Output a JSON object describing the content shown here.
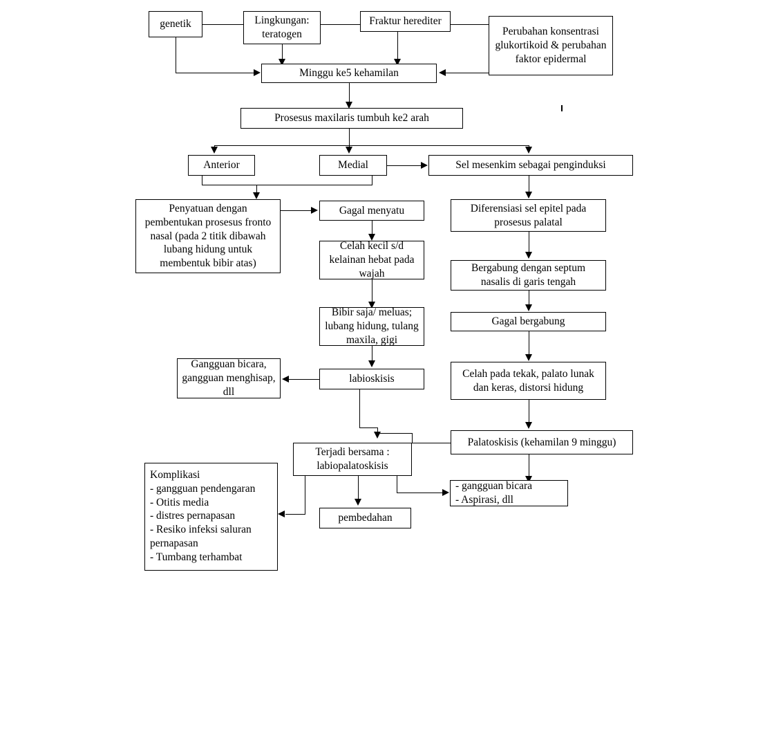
{
  "diagram": {
    "title": "Patofisiologi labioskisis dan palatoskisis",
    "language": "id",
    "nodes": {
      "genetik": "genetik",
      "lingkungan": "Lingkungan:\nteratogen",
      "fraktur": "Fraktur herediter",
      "perubahan": "Perubahan konsentrasi\nglukortikoid & perubahan\nfaktor epidermal",
      "minggu5": "Minggu ke5 kehamilan",
      "prosesus": "Prosesus maxilaris tumbuh ke2 arah",
      "anterior": "Anterior",
      "medial": "Medial",
      "selmesenkim": "Sel mesenkim sebagai penginduksi",
      "penyatuan": "Penyatuan dengan\npembentukan prosesus fronto\nnasal (pada 2 titik dibawah\nlubang hidung untuk\nmembentuk bibir atas)",
      "gagalmenyatu": "Gagal menyatu",
      "diferensiasi": "Diferensiasi sel epitel pada\nprosesus palatal",
      "celahkecil": "Celah kecil s/d\nkelainan hebat pada\nwajah",
      "bergabung": "Bergabung dengan septum\nnasalis di garis tengah",
      "gagalbergabung": "Gagal bergabung",
      "bibirsaja": "Bibir saja/ meluas;\nlubang hidung, tulang\nmaxila, gigi",
      "celahtekak": "Celah pada tekak, palato lunak\ndan keras, distorsi hidung",
      "gangguanbicara": "Gangguan bicara,\ngangguan menghisap,\ndll",
      "labioskisis": "labioskisis",
      "palatoskisis": "Palatoskisis (kehamilan 9 minggu)",
      "terjadibersama": "Terjadi bersama :\nlabiopalatoskisis",
      "gangguanaspirasi": "- gangguan bicara\n- Aspirasi, dll",
      "pembedahan": "pembedahan",
      "komplikasi": "Komplikasi\n- gangguan pendengaran\n- Otitis media\n- distres pernapasan\n- Resiko infeksi saluran\npernapasan\n- Tumbang terhambat"
    },
    "colors": {
      "stroke": "#000000",
      "fill": "#ffffff",
      "text": "#000000"
    }
  }
}
